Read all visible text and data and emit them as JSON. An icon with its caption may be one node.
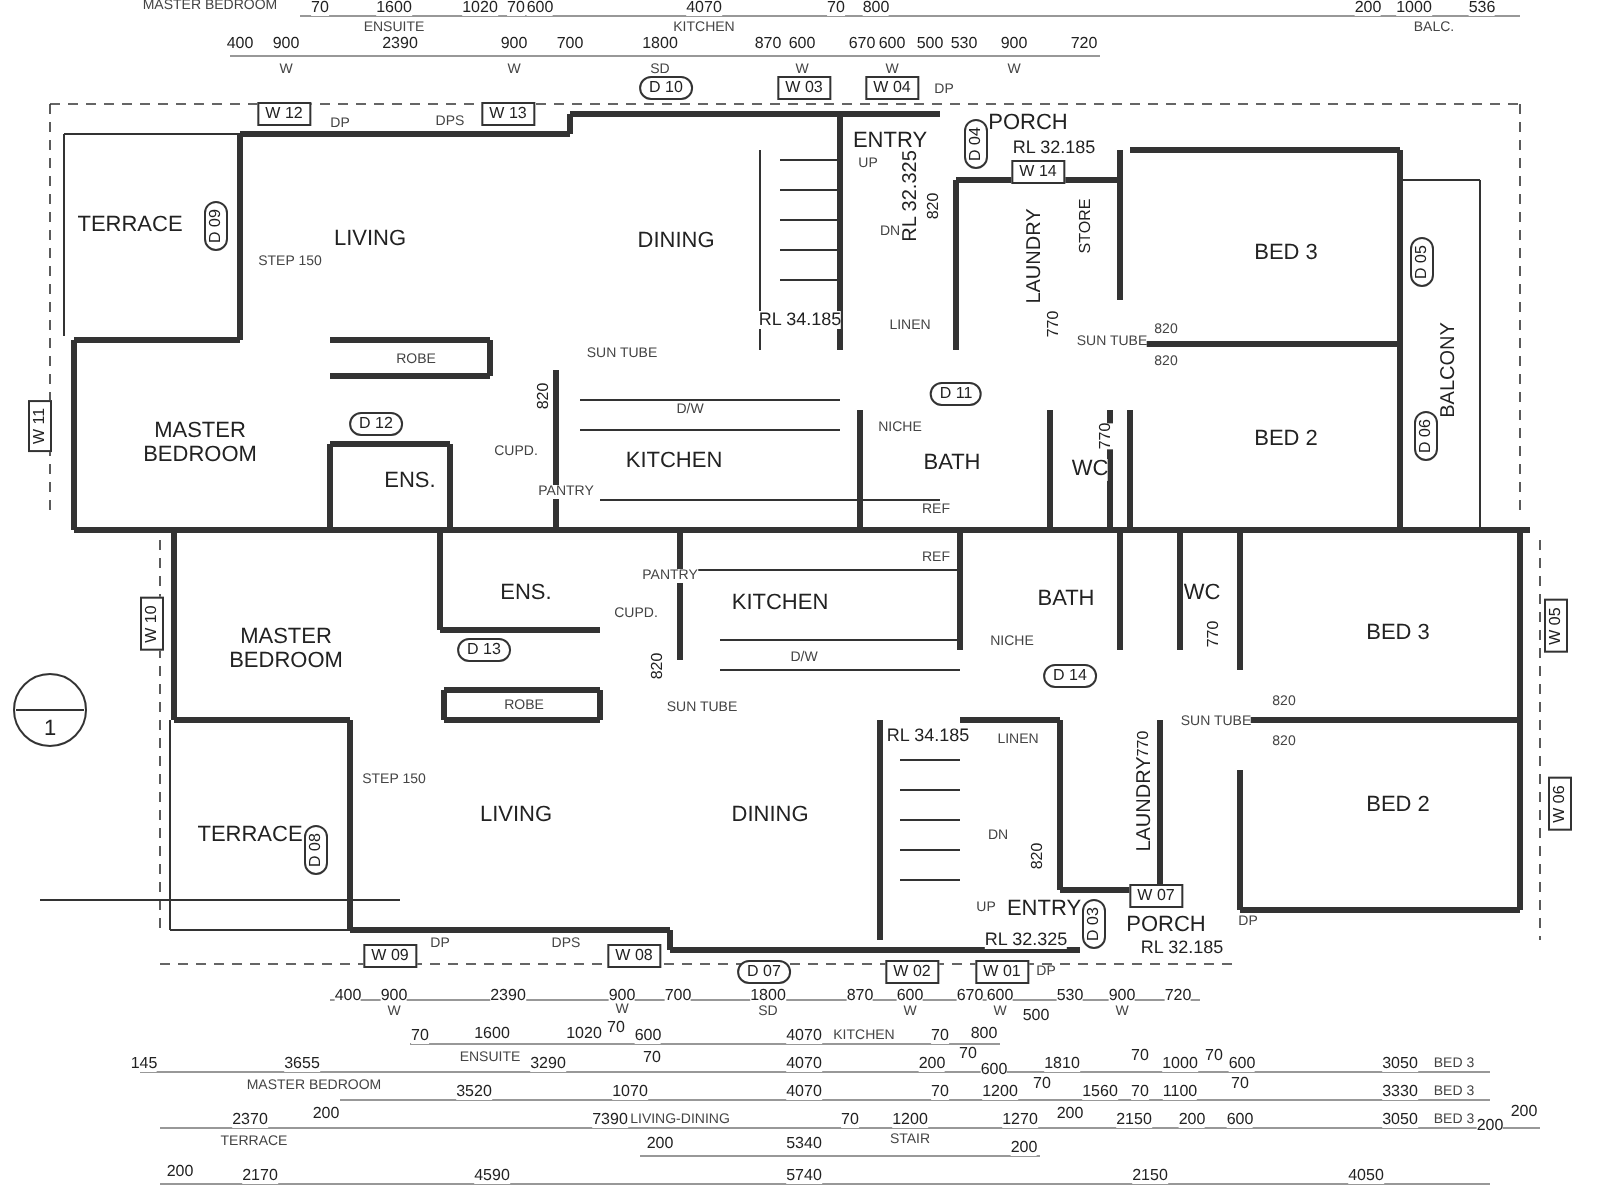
{
  "diagram": {
    "labels": [
      "MASTER BEDROOM",
      "70",
      "1600",
      "1020",
      "70",
      "600",
      "4070",
      "70",
      "800",
      "200",
      "1000",
      "536",
      "ENSUITE",
      "KITCHEN",
      "BALC.",
      "400",
      "900",
      "2390",
      "900",
      "700",
      "1800",
      "870",
      "600",
      "670",
      "600",
      "500",
      "530",
      "900",
      "720",
      "W",
      "W",
      "SD",
      "W",
      "W",
      "W",
      "D 10",
      "W 03",
      "W 04",
      "DP",
      "W 12",
      "DP",
      "DPS",
      "W 13",
      "PORCH",
      "ENTRY",
      "D 04",
      "RL 32.185",
      "UP",
      "W 14",
      "RL 32.325",
      "820",
      "DN",
      "TERRACE",
      "D 09",
      "LIVING",
      "DINING",
      "STORE",
      "LAUNDRY",
      "BED 3",
      "D 05",
      "STEP 150",
      "RL 34.185",
      "LINEN",
      "770",
      "820",
      "SUN TUBE",
      "820",
      "BALCONY",
      "ROBE",
      "SUN TUBE",
      "820",
      "D 11",
      "D/W",
      "W 11",
      "MASTER BEDROOM",
      "D 12",
      "NICHE",
      "770",
      "BED 2",
      "D 06",
      "CUPD.",
      "KITCHEN",
      "BATH",
      "WC",
      "ENS.",
      "PANTRY",
      "REF",
      "REF",
      "PANTRY",
      "ENS.",
      "BATH",
      "WC",
      "KITCHEN",
      "CUPD.",
      "W 10",
      "770",
      "BED 3",
      "W 05",
      "NICHE",
      "MASTER BEDROOM",
      "D 13",
      "D/W",
      "820",
      "D 14",
      "ROBE",
      "SUN TUBE",
      "820",
      "1",
      "SUN TUBE",
      "RL 34.185",
      "LINEN",
      "820",
      "770",
      "STEP 150",
      "LAUNDRY",
      "BED 2",
      "W 06",
      "LIVING",
      "DINING",
      "DN",
      "TERRACE",
      "D 08",
      "820",
      "W 07",
      "UP",
      "ENTRY",
      "D 03",
      "PORCH",
      "DP",
      "DPS",
      "RL 32.325",
      "RL 32.185",
      "DP",
      "W 09",
      "W 08",
      "D 07",
      "W 02",
      "W 01",
      "DP",
      "400",
      "900",
      "2390",
      "900",
      "700",
      "1800",
      "870",
      "600",
      "670",
      "600",
      "530",
      "900",
      "720",
      "W",
      "W",
      "SD",
      "W",
      "W",
      "500",
      "W",
      "70",
      "1600",
      "1020",
      "70",
      "600",
      "4070",
      "KITCHEN",
      "70",
      "800",
      "ENSUITE",
      "145",
      "3655",
      "3290",
      "70",
      "4070",
      "200",
      "70",
      "600",
      "1810",
      "70",
      "1000",
      "70",
      "600",
      "3050",
      "BED 3",
      "MASTER BEDROOM",
      "3520",
      "1070",
      "4070",
      "70",
      "1200",
      "70",
      "1560",
      "70",
      "1100",
      "70",
      "3330",
      "BED 3",
      "2370",
      "200",
      "7390",
      "LIVING-DINING",
      "70",
      "1200",
      "1270",
      "200",
      "2150",
      "200",
      "600",
      "3050",
      "BED 3",
      "200",
      "200",
      "TERRACE",
      "200",
      "5340",
      "STAIR",
      "200",
      "200",
      "2170",
      "4590",
      "5740",
      "2150",
      "4050"
    ]
  }
}
